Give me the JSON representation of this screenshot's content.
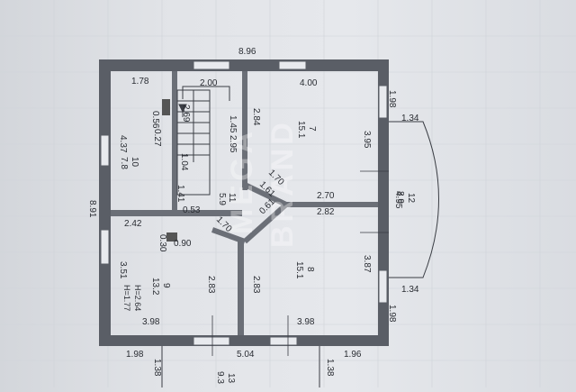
{
  "plan": {
    "top_dims": [
      "8.96",
      "2.00",
      "4.00",
      "1.78"
    ],
    "left_dims": [
      "4.37",
      "8.91",
      "3.51"
    ],
    "right_dims": [
      "1.98",
      "3.95",
      "4.95",
      "3.87",
      "1.98",
      "1.34",
      "1.34"
    ],
    "bottom_dims": [
      "3.98",
      "3.98",
      "5.04",
      "1.98",
      "1.96",
      "1.38",
      "1.38"
    ],
    "inner_dims": [
      "0.56",
      "0.27",
      "2.69",
      "1.45",
      "2.95",
      "2.84",
      "1.04",
      "1.41",
      "0.53",
      "5.9",
      "1.70",
      "1.61",
      "1.70",
      "0.61",
      "2.70",
      "2.82",
      "2.42",
      "0.30",
      "0.90",
      "2.83",
      "2.83"
    ],
    "rooms": [
      {
        "num": "7",
        "area": "15.1"
      },
      {
        "num": "10",
        "area": "7.8"
      },
      {
        "num": "11",
        "area": ""
      },
      {
        "num": "12",
        "area": "8.9"
      },
      {
        "num": "8",
        "area": "15.1"
      },
      {
        "num": "9",
        "area": "13.2"
      },
      {
        "num": "13",
        "area": "9.3"
      }
    ],
    "heights": [
      "H=2.64",
      "H=1.77"
    ],
    "watermark": [
      "MEGA",
      "BRAND"
    ]
  }
}
